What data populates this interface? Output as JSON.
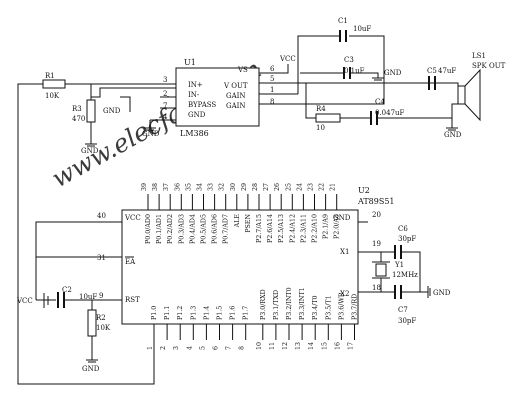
{
  "watermark": "www.elecfans.com",
  "components": {
    "r1": {
      "ref": "R1",
      "value": "10K"
    },
    "r2": {
      "ref": "R2",
      "value": "10K"
    },
    "r3": {
      "ref": "R3",
      "value": "470"
    },
    "r4": {
      "ref": "R4",
      "value": "10"
    },
    "c1": {
      "ref": "C1",
      "value": "10uF"
    },
    "c2": {
      "ref": "C2",
      "value": "10uF"
    },
    "c3": {
      "ref": "C3",
      "value": "0.1uF"
    },
    "c4": {
      "ref": "C4",
      "value": "0.047uF"
    },
    "c5": {
      "ref": "C5",
      "value": "47uF"
    },
    "c6": {
      "ref": "C6",
      "value": "30pF"
    },
    "c7": {
      "ref": "C7",
      "value": "30pF"
    },
    "y1": {
      "ref": "Y1",
      "value": "12MHz"
    },
    "ls1": {
      "ref": "LS1",
      "value": "SPK OUT"
    },
    "u1": {
      "ref": "U1",
      "part": "LM386",
      "pins_left": [
        "IN+",
        "IN-",
        "BYPASS",
        "GND"
      ],
      "pins_left_num": [
        "3",
        "2",
        "7",
        "4"
      ],
      "pins_right": [
        "VS",
        "V OUT",
        "GAIN",
        "GAIN"
      ],
      "pins_right_num": [
        "6",
        "5",
        "1",
        "8"
      ]
    },
    "u2": {
      "ref": "U2",
      "part": "AT89S51",
      "vcc": "VCC",
      "gnd": "GND",
      "ea": "EA",
      "rst": "RST",
      "x1": "X1",
      "x2": "X2",
      "pin_vcc": "40",
      "pin_ea": "31",
      "pin_rst": "9",
      "pin_gnd": "20",
      "pin_x1": "19",
      "pin_x2": "18",
      "top_pins": [
        "39",
        "38",
        "37",
        "36",
        "35",
        "34",
        "33",
        "32",
        "30",
        "29",
        "28",
        "27",
        "26",
        "25",
        "24",
        "23",
        "22",
        "21"
      ],
      "top_labels": [
        "P0.0/AD0",
        "P0.1/AD1",
        "P0.2/AD2",
        "P0.3/AD3",
        "P0.4/AD4",
        "P0.5/AD5",
        "P0.6/AD6",
        "P0.7/AD7",
        "ALE",
        "PSEN",
        "P2.7/A15",
        "P2.6/A14",
        "P2.5/A13",
        "P2.4/A12",
        "P2.3/A11",
        "P2.2/A10",
        "P2.1/A9",
        "P2.0/A8"
      ],
      "bottom_pins": [
        "1",
        "2",
        "3",
        "4",
        "5",
        "6",
        "7",
        "8",
        "10",
        "11",
        "12",
        "13",
        "14",
        "15",
        "16",
        "17"
      ],
      "bottom_labels": [
        "P1.0",
        "P1.1",
        "P1.2",
        "P1.3",
        "P1.4",
        "P1.5",
        "P1.6",
        "P1.7",
        "P3.0/RXD",
        "P3.1/TXD",
        "P3.2/INT0",
        "P3.3/INT1",
        "P3.4/T0",
        "P3.5/T1",
        "P3.6/WR",
        "P3.7/RD"
      ]
    }
  },
  "nets": {
    "vcc_top": "VCC",
    "vcc_left": "VCC",
    "gnd": "GND"
  }
}
